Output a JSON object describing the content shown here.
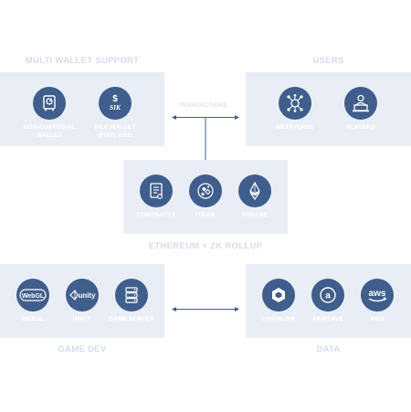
{
  "sections": {
    "multi_wallet": {
      "title": "MULTI WALLET SUPPORT",
      "nodes": [
        {
          "label": "NON-CUSTODIAL\nWALLET",
          "icon": "wallet-safe-icon"
        },
        {
          "label": "SILK WALLET\n(FIAT) WEB",
          "icon": "silk-dollar-icon",
          "icon_text": [
            "$",
            "SIK"
          ]
        }
      ]
    },
    "users": {
      "title": "USERS",
      "nodes": [
        {
          "label": "METAVERSE",
          "icon": "metaverse-network-icon"
        },
        {
          "label": "PLAYERS",
          "icon": "player-computer-icon"
        }
      ]
    },
    "ethereum": {
      "title": "ETHEREUM + ZK ROLLUP",
      "nodes": [
        {
          "label": "CONTRACTS",
          "icon": "contract-scroll-icon"
        },
        {
          "label": "ITEMS",
          "icon": "items-gems-icon"
        },
        {
          "label": "TOKENS",
          "icon": "ethereum-token-icon"
        }
      ]
    },
    "game_dev": {
      "title": "GAME DEV",
      "nodes": [
        {
          "label": "WEBGL",
          "icon": "webgl-logo-icon",
          "icon_text": "WebGL"
        },
        {
          "label": "UNITY",
          "icon": "unity-logo-icon",
          "icon_text": "unity"
        },
        {
          "label": "GAME SERVER",
          "icon": "server-stack-icon"
        }
      ]
    },
    "data": {
      "title": "DATA",
      "nodes": [
        {
          "label": "CHAINLINK",
          "icon": "chainlink-hexagon-icon"
        },
        {
          "label": "ARWEAVE",
          "icon": "arweave-a-icon",
          "icon_text": "a"
        },
        {
          "label": "AWS",
          "icon": "aws-logo-icon",
          "icon_text": "aws"
        }
      ]
    }
  },
  "edges": {
    "transactions_label": "TRANSACTIONS"
  },
  "colors": {
    "panel": "#e9eef6",
    "node": "#3f5e8c",
    "title": "#d3dced",
    "arrow": "#3f5e8c"
  }
}
